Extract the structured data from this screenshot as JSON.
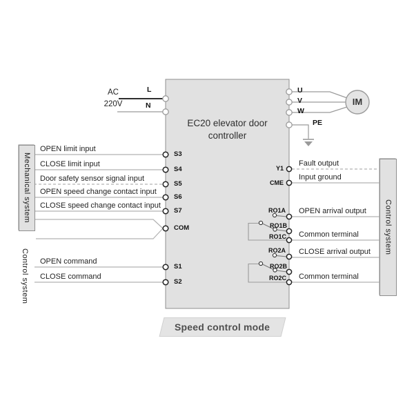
{
  "diagram": {
    "controller_title": "EC20 elevator door controller",
    "mode_badge": "Speed control mode",
    "power_supply": {
      "line1": "AC",
      "line2": "220V"
    },
    "power_terminals": {
      "live": "L",
      "neutral": "N"
    },
    "motor": {
      "label": "IM"
    },
    "motor_terminals": {
      "u": "U",
      "v": "V",
      "w": "W"
    },
    "pe_terminal": "PE",
    "groups": {
      "mechanical_system": "Mechanical system",
      "control_system_left": "Control system",
      "control_system_right": "Control system"
    },
    "mechanical_inputs": [
      {
        "label": "OPEN limit input",
        "terminal": "S3"
      },
      {
        "label": "CLOSE limit input",
        "terminal": "S4"
      },
      {
        "label": "Door safety sensor signal input",
        "terminal": "S5"
      },
      {
        "label": "OPEN speed change contact input",
        "terminal": "S6"
      },
      {
        "label": "CLOSE speed change contact input",
        "terminal": "S7"
      }
    ],
    "common_terminal": "COM",
    "command_inputs": [
      {
        "label": "OPEN command",
        "terminal": "S1"
      },
      {
        "label": "CLOSE command",
        "terminal": "S2"
      }
    ],
    "digital_outputs": [
      {
        "terminal": "Y1",
        "label": "Fault output"
      },
      {
        "terminal": "CME",
        "label": "Input ground"
      }
    ],
    "relay1": {
      "a": "RO1A",
      "b": "RO1B",
      "c": "RO1C",
      "output_label": "OPEN arrival output",
      "common_label": "Common terminal"
    },
    "relay2": {
      "a": "RO2A",
      "b": "RO2B",
      "c": "RO2C",
      "output_label": "CLOSE arrival output",
      "common_label": "Common terminal"
    },
    "colors": {
      "box_fill": "#e1e1e1",
      "box_border": "#8e8e8e",
      "wire_gray": "#b0b0b0",
      "wire_live": "#111111",
      "text": "#1f1f1f"
    }
  }
}
